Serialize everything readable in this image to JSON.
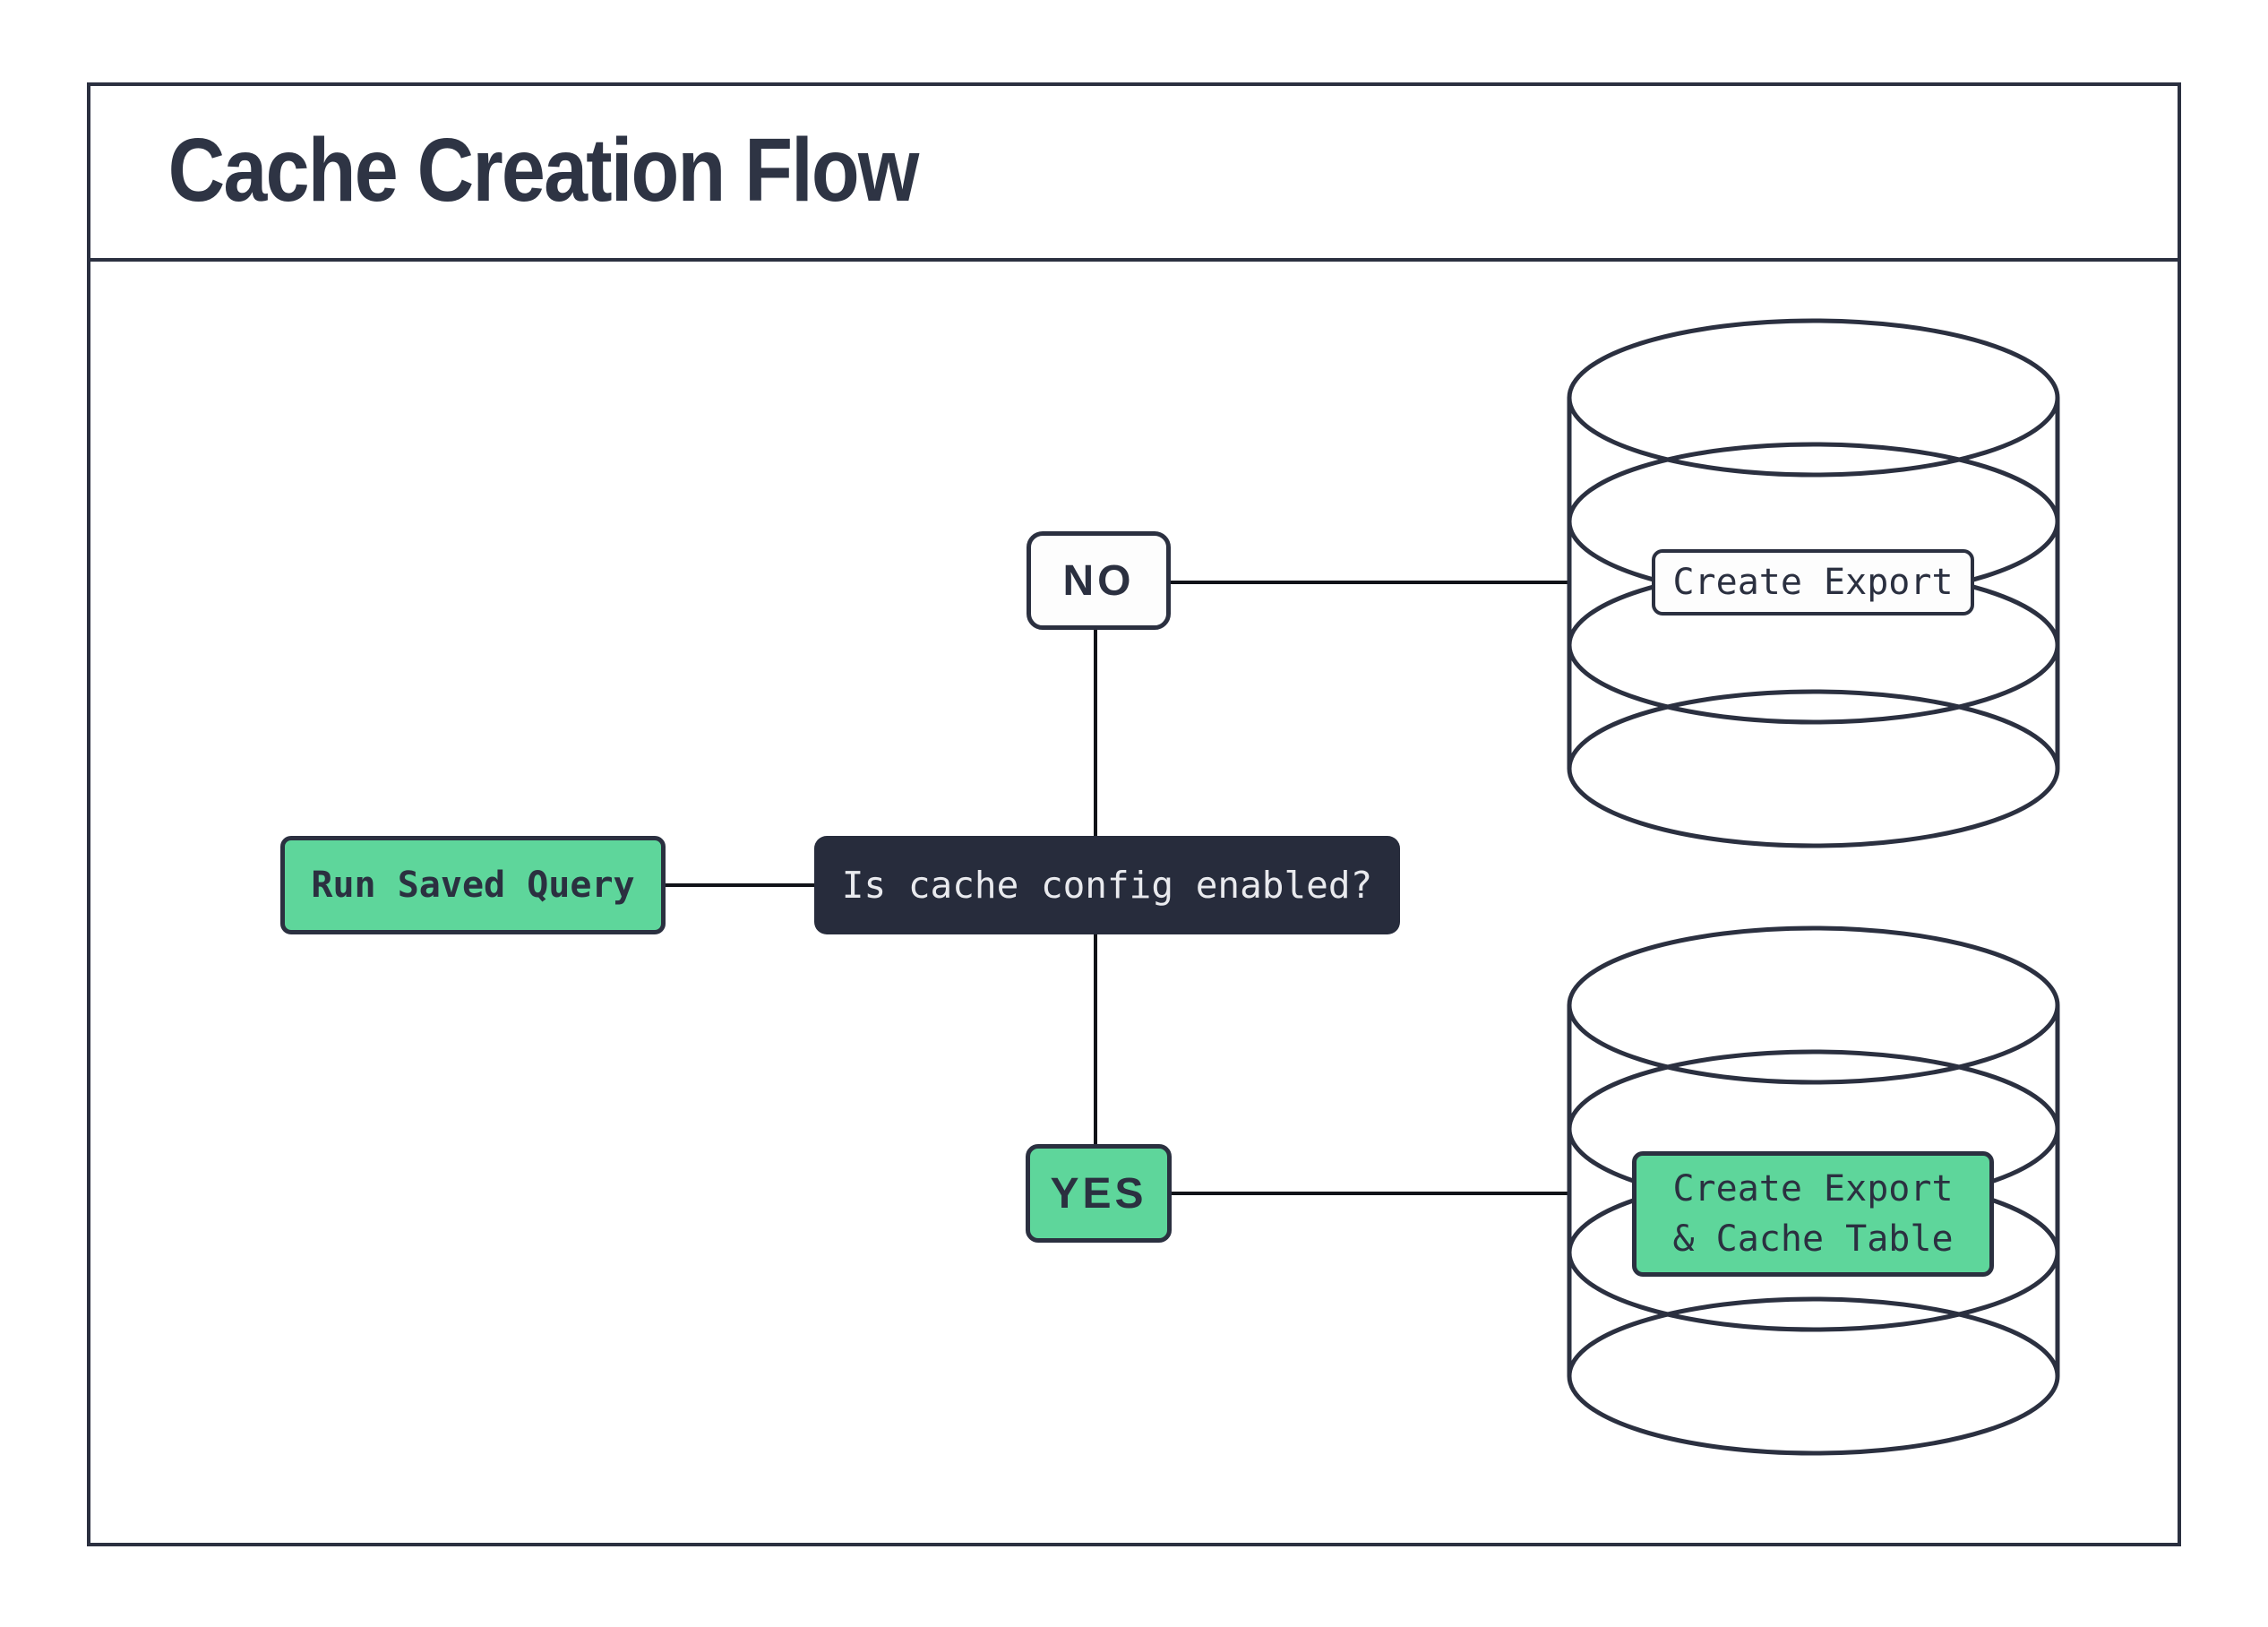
{
  "title": "Cache Creation Flow",
  "colors": {
    "ink": "#2B3040",
    "line": "#111318",
    "green": "#5ED69B",
    "dark_fill": "#272C3C",
    "light_text": "#E9EAEE",
    "title_color": "#2E3444",
    "node_white": "#FDFDFD",
    "bg": "#FFFFFF"
  },
  "flow": {
    "start": {
      "label": "Run Saved Query"
    },
    "decision": {
      "label": "Is cache config enabled?"
    },
    "branch_no": {
      "label": "NO"
    },
    "branch_yes": {
      "label": "YES"
    },
    "no_result": {
      "label": "Create Export"
    },
    "yes_result": {
      "line1": "Create Export",
      "line2": "& Cache Table"
    }
  },
  "icons": [
    {
      "name": "database-icon-top",
      "meaning": "database cylinder"
    },
    {
      "name": "database-icon-bottom",
      "meaning": "database cylinder"
    }
  ]
}
